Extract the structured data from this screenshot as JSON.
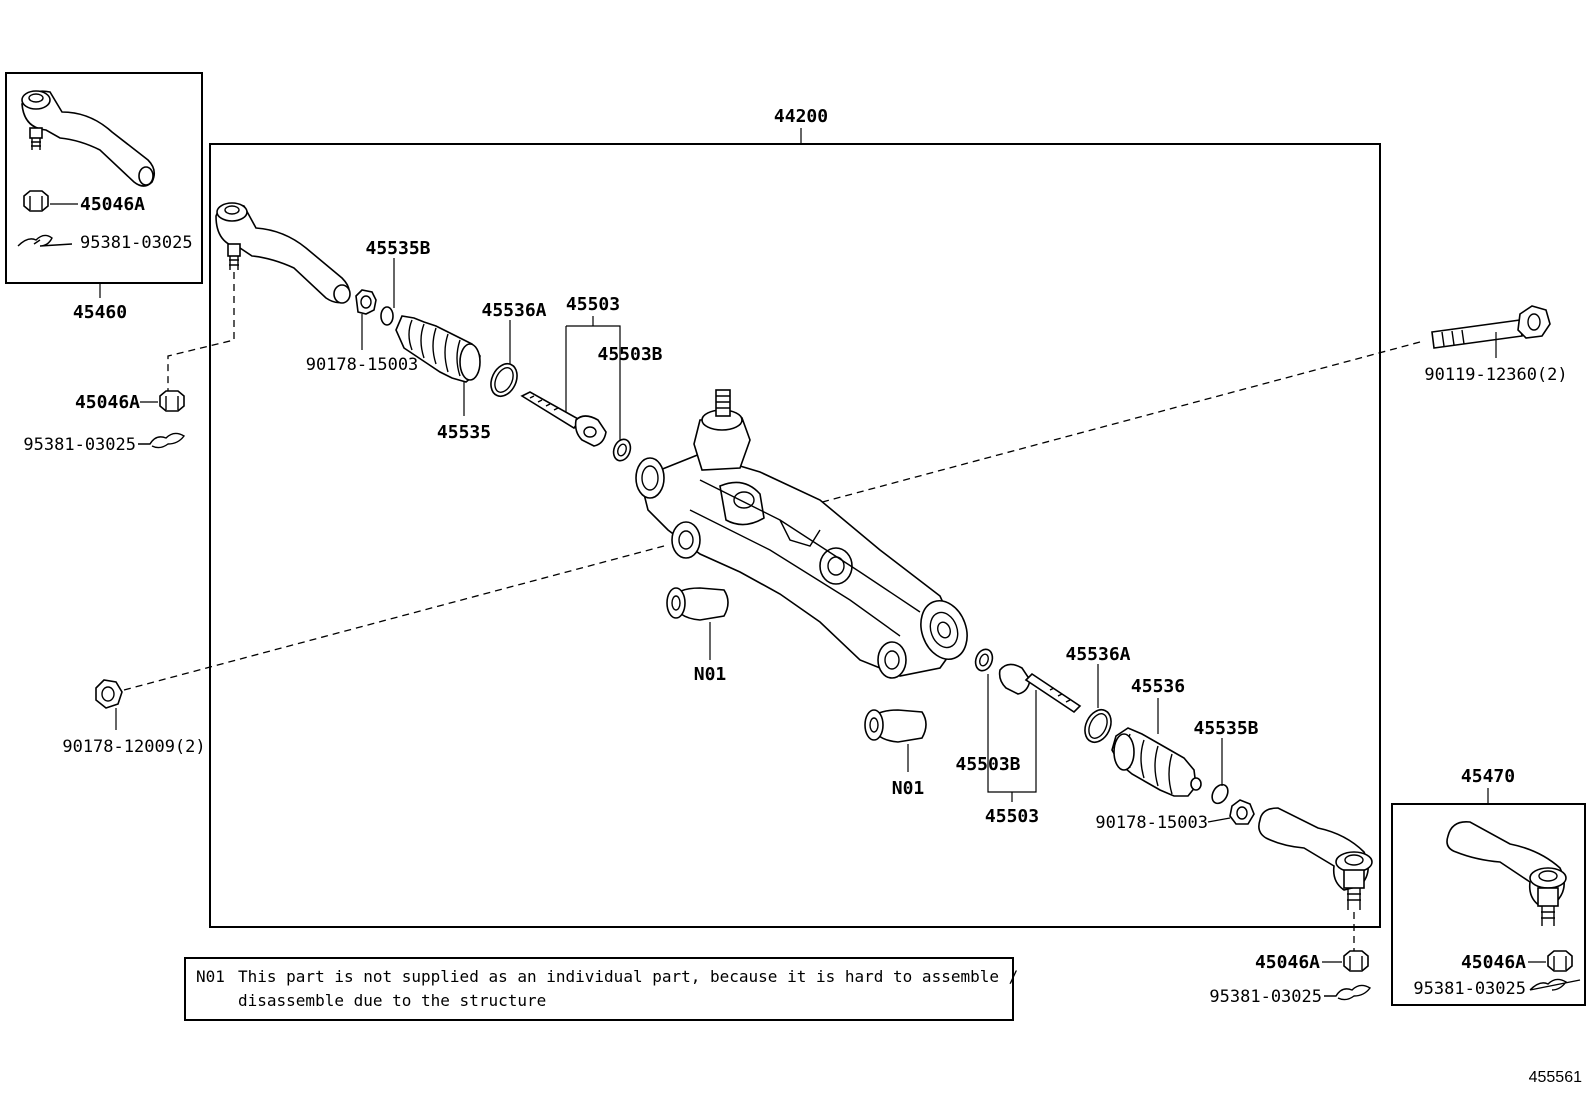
{
  "diagram": {
    "figure_id": "455561",
    "main_assembly": "44200",
    "left_tie_rod_end": "45460",
    "right_tie_rod_end": "45470",
    "labels": {
      "nut_a_inset_left": "45046A",
      "cotter_inset_left": "95381-03025",
      "boot_clamp_b_left": "45535B",
      "nut_left": "90178-15003",
      "nut_a_left": "45046A",
      "cotter_left": "95381-03025",
      "boot_left": "45535",
      "boot_clamp_a_left": "45536A",
      "rack_end_left": "45503",
      "washer_left": "45503B",
      "bolt": "90119-12360(2)",
      "bushing_upper": "N01",
      "bushing_lower": "N01",
      "mount_nut": "90178-12009(2)",
      "boot_clamp_a_right": "45536A",
      "boot_right": "45536",
      "boot_clamp_b_right": "45535B",
      "washer_right": "45503B",
      "rack_end_right": "45503",
      "nut_right": "90178-15003",
      "nut_a_right": "45046A",
      "cotter_right": "95381-03025",
      "nut_a_inset_right": "45046A",
      "cotter_inset_right": "95381-03025"
    },
    "note": {
      "code": "N01",
      "line1": "This part is not supplied as an individual part, because it is hard to assemble /",
      "line2": "disassemble due to the structure"
    }
  }
}
